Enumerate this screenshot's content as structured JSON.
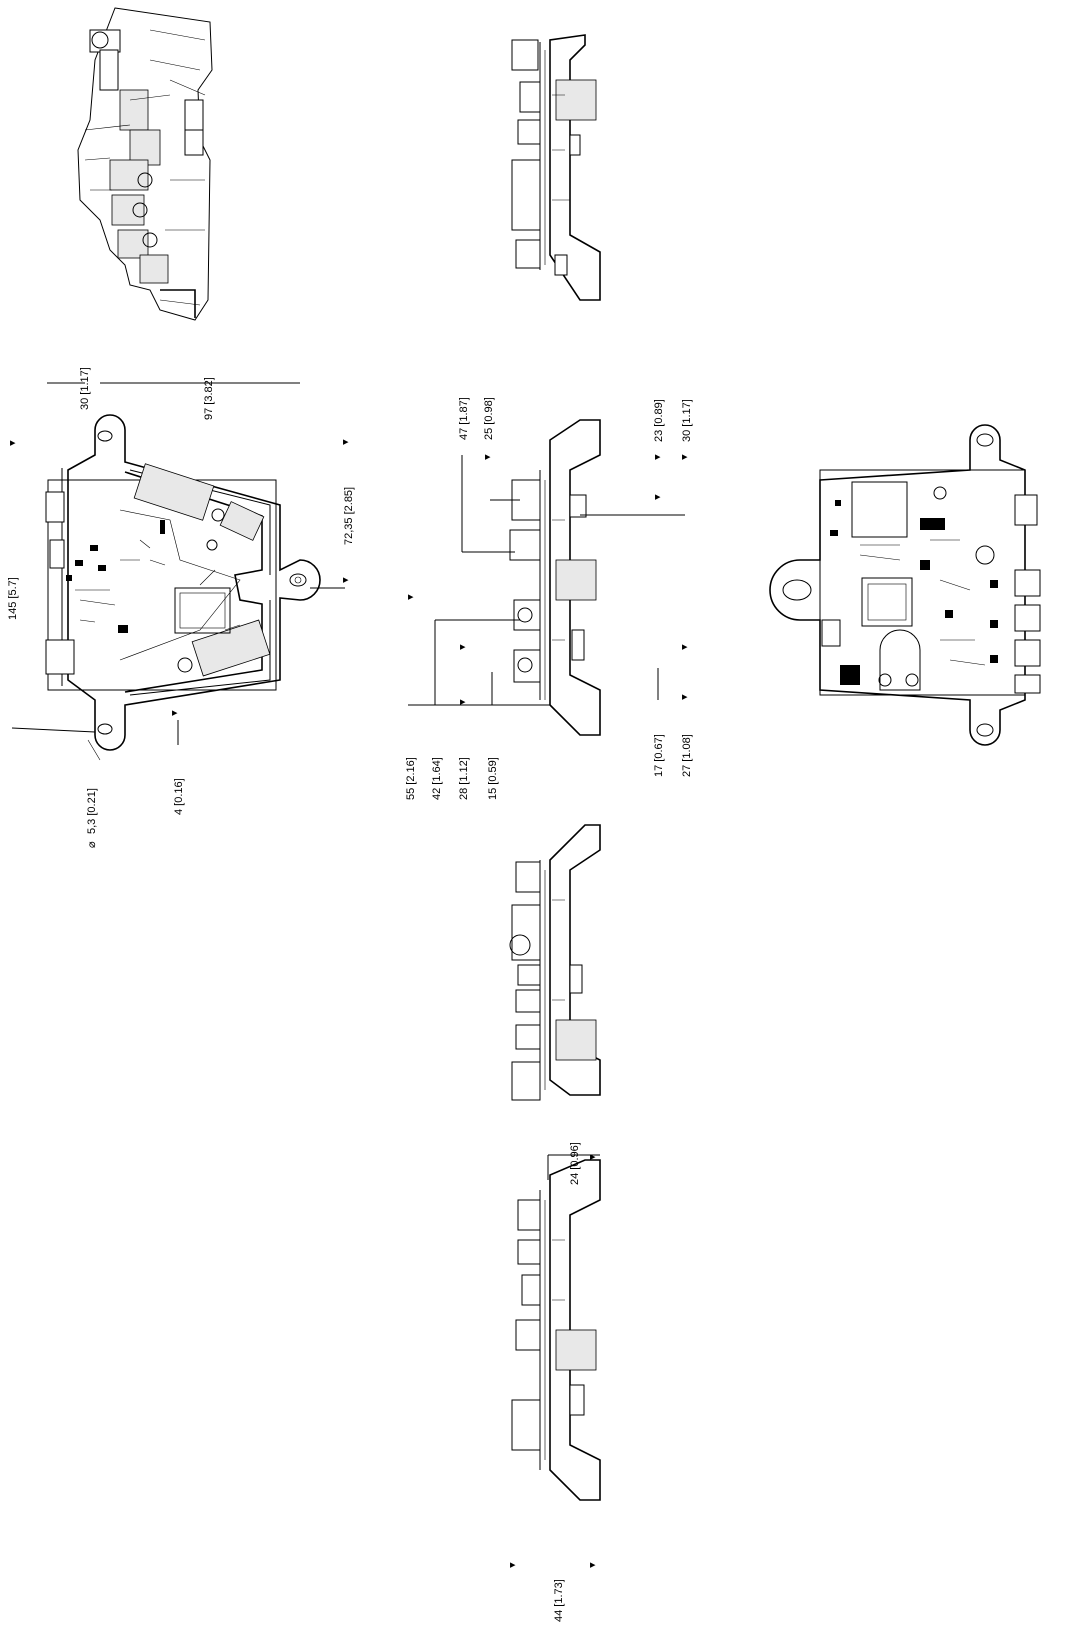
{
  "dimensions": {
    "top_view": {
      "overall_width": "145  [5.7]",
      "hole_diameter": "5,3  [0.21]",
      "diameter_symbol": "⌀",
      "edge_offset": "4  [0.16]",
      "tab_offset": "30  [1.17]",
      "body_height": "97  [3.82]",
      "hole_center": "72,35  [2.85]"
    },
    "side_view_center": {
      "d55": "55  [2.16]",
      "d42": "42  [1.64]",
      "d28": "28  [1.12]",
      "d15": "15  [0.59]",
      "d47": "47  [1.87]",
      "d25": "25  [0.98]",
      "d23": "23  [0.89]",
      "d30": "30  [1.17]",
      "d17": "17  [0.67]",
      "d27": "27  [1.08]"
    },
    "side_view_bottom": {
      "overall_depth": "44  [1.73]",
      "bracket_height": "24  [0.96]"
    }
  }
}
